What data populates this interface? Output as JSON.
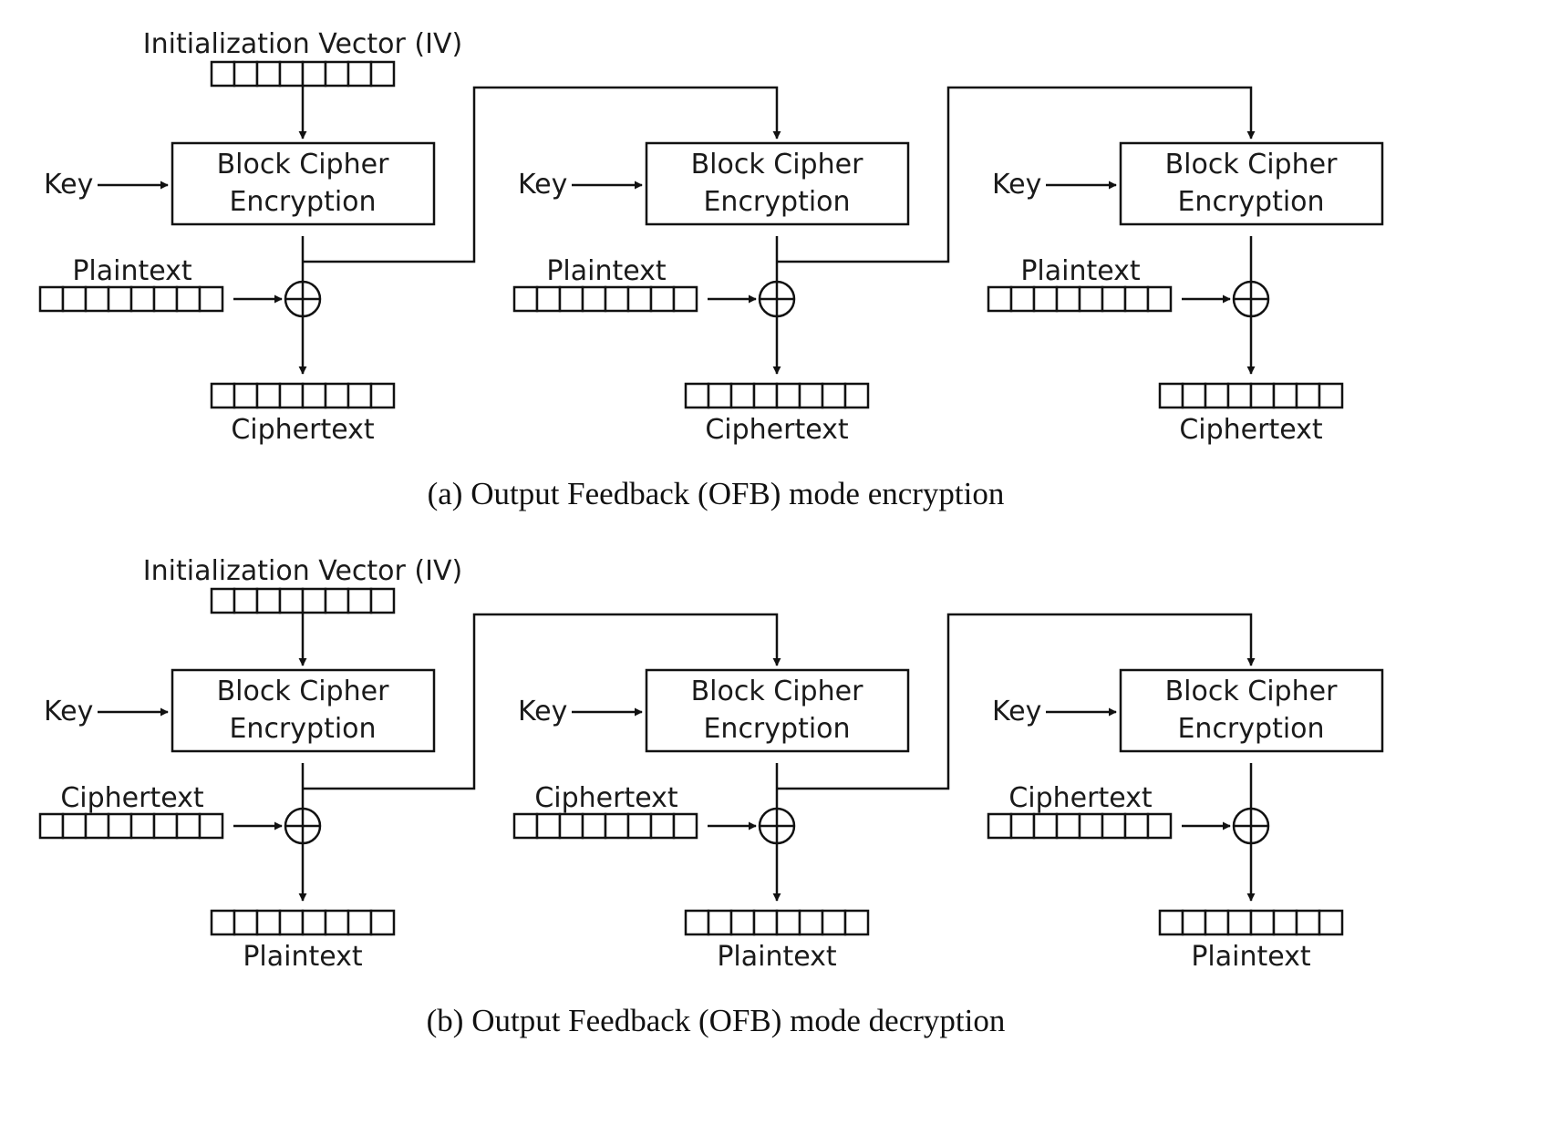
{
  "panels": [
    {
      "iv_label": "Initialization Vector (IV)",
      "caption": "(a)  Output Feedback (OFB) mode encryption",
      "stages": [
        {
          "key": "Key",
          "block_line1": "Block Cipher",
          "block_line2": "Encryption",
          "input": "Plaintext",
          "output": "Ciphertext"
        },
        {
          "key": "Key",
          "block_line1": "Block Cipher",
          "block_line2": "Encryption",
          "input": "Plaintext",
          "output": "Ciphertext"
        },
        {
          "key": "Key",
          "block_line1": "Block Cipher",
          "block_line2": "Encryption",
          "input": "Plaintext",
          "output": "Ciphertext"
        }
      ]
    },
    {
      "iv_label": "Initialization Vector (IV)",
      "caption": "(b)  Output Feedback (OFB) mode decryption",
      "stages": [
        {
          "key": "Key",
          "block_line1": "Block Cipher",
          "block_line2": "Encryption",
          "input": "Ciphertext",
          "output": "Plaintext"
        },
        {
          "key": "Key",
          "block_line1": "Block Cipher",
          "block_line2": "Encryption",
          "input": "Ciphertext",
          "output": "Plaintext"
        },
        {
          "key": "Key",
          "block_line1": "Block Cipher",
          "block_line2": "Encryption",
          "input": "Ciphertext",
          "output": "Plaintext"
        }
      ]
    }
  ],
  "register_cells": 8
}
